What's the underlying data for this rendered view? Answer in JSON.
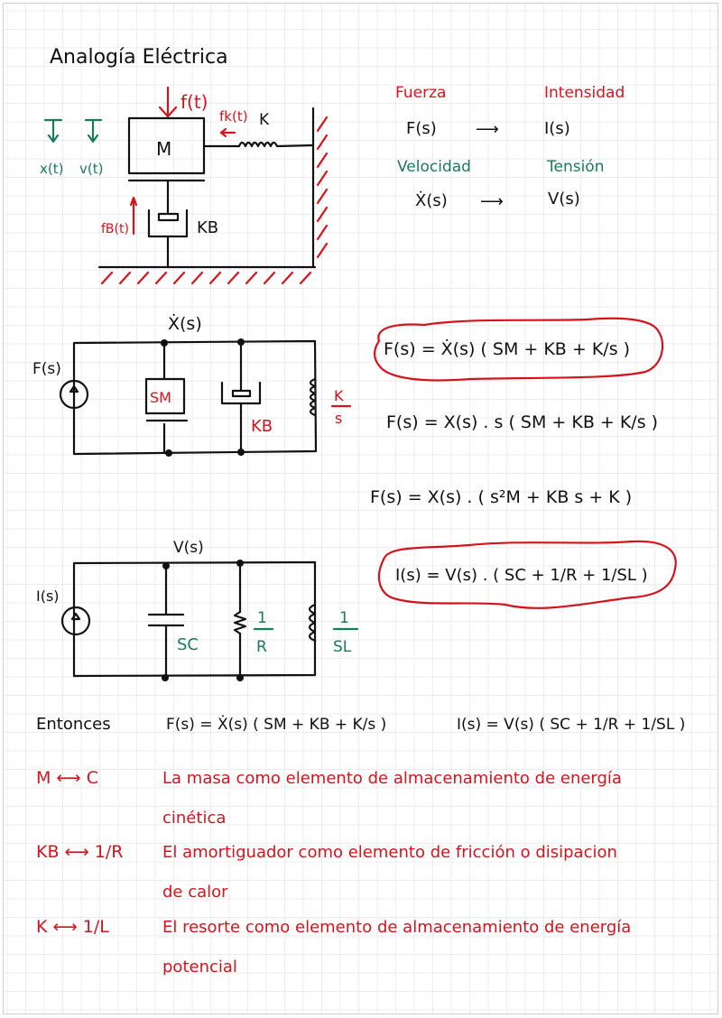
{
  "title": "Analogía Eléctrica",
  "colors": {
    "ink": "#111111",
    "red": "#d4141c",
    "green": "#1a7a5a"
  },
  "mechanical": {
    "mass": "M",
    "force": "f(t)",
    "spring_force": "fk(t)",
    "spring": "K",
    "damper_force": "fB(t)",
    "damper": "KB",
    "displacement": "x(t)",
    "velocity": "v(t)"
  },
  "analogy_table": {
    "left_header": "Fuerza",
    "right_header": "Intensidad",
    "row1_left": "F(s)",
    "row1_right": "I(s)",
    "left_header2": "Velocidad",
    "right_header2": "Tensión",
    "row2_left": "Ẋ(s)",
    "row2_right": "V(s)",
    "arrow": "⟶"
  },
  "mech_circuit": {
    "node": "Ẋ(s)",
    "source": "F(s)",
    "mass_elem": "SM",
    "damper_elem": "KB",
    "spring_num": "K",
    "spring_den": "s"
  },
  "mech_equations": [
    "F(s) = Ẋ(s) ( SM + KB + K/s )",
    "F(s) = X(s) . s ( SM + KB + K/s )",
    "F(s) = X(s) . ( s²M + KB s + K )"
  ],
  "elec_circuit": {
    "node": "V(s)",
    "source": "I(s)",
    "cap_elem": "SC",
    "res_num": "1",
    "res_den": "R",
    "ind_num": "1",
    "ind_den": "SL"
  },
  "elec_equation": "I(s) = V(s) . ( SC + 1/R + 1/SL )",
  "conclusion": {
    "label": "Entonces",
    "eq1": "F(s) = Ẋ(s) ( SM + KB + K/s )",
    "eq2": "I(s) = V(s) ( SC + 1/R + 1/SL )"
  },
  "correspondences": [
    {
      "lhs": "M ⟷ C",
      "line1": "La masa como elemento de almacenamiento de energía",
      "line2": "cinética"
    },
    {
      "lhs": "KB ⟷ 1/R",
      "line1": "El amortiguador como elemento de fricción o disipacion",
      "line2": "de calor"
    },
    {
      "lhs": "K ⟷ 1/L",
      "line1": "El resorte como elemento de almacenamiento de energía",
      "line2": "potencial"
    }
  ]
}
